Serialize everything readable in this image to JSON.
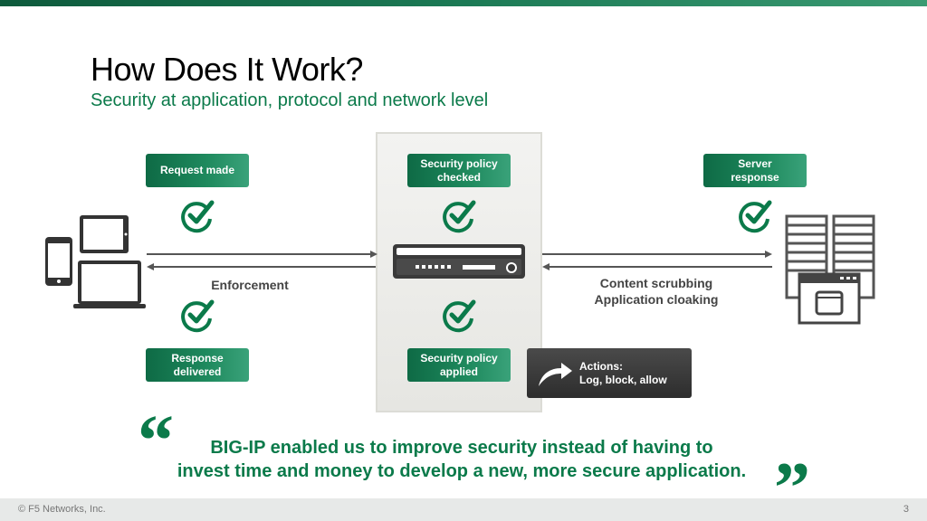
{
  "slide": {
    "title": "How Does It Work?",
    "subtitle": "Security at application, protocol and network level",
    "page_number": "3",
    "copyright": "© F5 Networks, Inc."
  },
  "labels": {
    "request_made": "Request made",
    "response_delivered": "Response\ndelivered",
    "policy_checked": "Security policy\nchecked",
    "policy_applied": "Security policy\napplied",
    "server_response": "Server\nresponse"
  },
  "flow": {
    "enforcement": "Enforcement",
    "content_scrubbing": "Content scrubbing",
    "application_cloaking": "Application cloaking"
  },
  "actions": {
    "title": "Actions:",
    "items": "Log, block, allow"
  },
  "quote": {
    "line1": "BIG-IP enabled us to improve security instead of having to",
    "line2": "invest time and money to develop a new, more secure application."
  },
  "icons": {
    "client_devices": "client-devices-icon",
    "appliance": "big-ip-appliance-icon",
    "servers": "server-rack-icon",
    "check": "check-circle-icon",
    "actions_arrow": "curved-arrow-icon"
  },
  "colors": {
    "brand_green": "#0b7a4a",
    "label_green": "#1f8a5e",
    "dark_box": "#2d2d2d"
  }
}
